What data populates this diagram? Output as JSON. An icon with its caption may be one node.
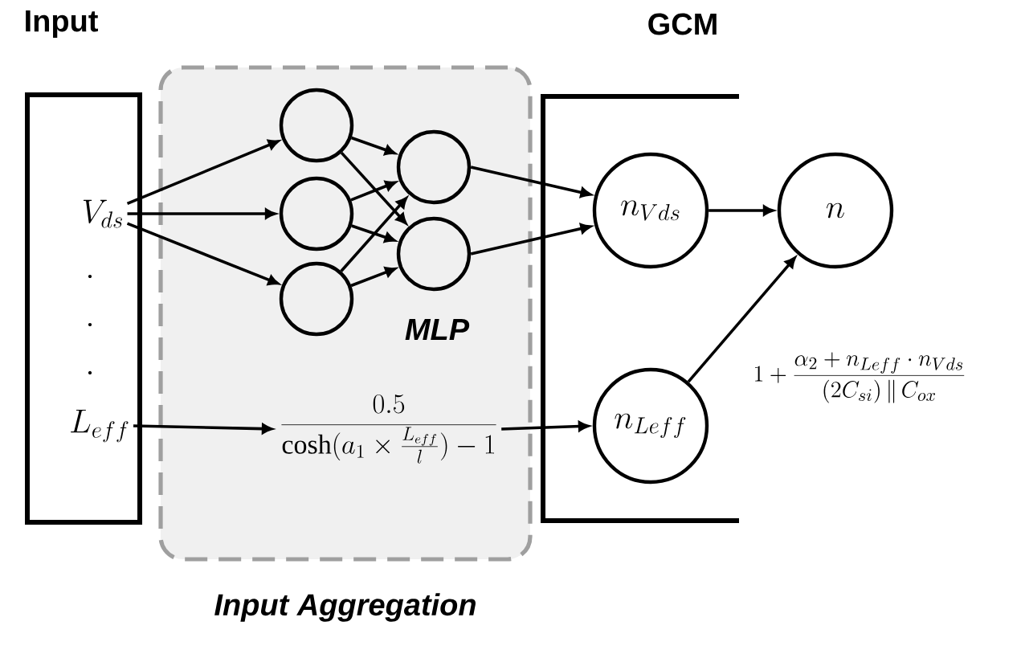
{
  "diagram": {
    "nodes": [
      {
        "text": [
          "Input"
        ]
      },
      {
        "text": [
          "V_{ds}"
        ],
        "in": 0
      },
      {
        "text": [
          "L_{eff}"
        ],
        "in": 0
      },
      {
        "text": [
          "Input Aggregation"
        ]
      },
      {
        "text": [],
        "shape": "circle",
        "in": 3
      },
      {
        "text": [],
        "shape": "circle",
        "in": 3
      },
      {
        "text": [],
        "shape": "circle",
        "in": 3
      },
      {
        "text": [],
        "shape": "circle",
        "in": 3
      },
      {
        "text": [],
        "shape": "circle",
        "in": 3
      },
      {
        "text": [
          "\\frac{0.5}{\\cosh(a_1 \\times \\frac{L_{eff}}{l}) - 1}"
        ],
        "in": 3
      },
      {
        "text": [
          "GCM"
        ]
      },
      {
        "text": [
          "n_{Vds}"
        ],
        "in": 10
      },
      {
        "text": [
          "n_{Leff}"
        ],
        "in": 10
      },
      {
        "text": [
          "n"
        ]
      }
    ],
    "edges": [
      {
        "from": 1,
        "to": 4,
        "arrow": "to"
      },
      {
        "from": 1,
        "to": 5,
        "arrow": "to"
      },
      {
        "from": 1,
        "to": 6,
        "arrow": "to"
      },
      {
        "from": 4,
        "to": 7,
        "arrow": "to"
      },
      {
        "from": 4,
        "to": 8,
        "arrow": "to"
      },
      {
        "from": 5,
        "to": 7,
        "arrow": "to"
      },
      {
        "from": 5,
        "to": 8,
        "arrow": "to"
      },
      {
        "from": 6,
        "to": 7,
        "arrow": "to"
      },
      {
        "from": 6,
        "to": 8,
        "arrow": "to"
      },
      {
        "from": 7,
        "to": 11,
        "arrow": "to"
      },
      {
        "from": 8,
        "to": 11,
        "arrow": "to"
      },
      {
        "from": 2,
        "to": 9,
        "arrow": "to"
      },
      {
        "from": 9,
        "to": 12,
        "arrow": "to"
      },
      {
        "from": 11,
        "to": 13,
        "arrow": "to"
      },
      {
        "from": 12,
        "to": 13,
        "arrow": "to",
        "label": "1+\\frac{\\alpha_2 + n_{Leff} \\cdot n_{Vds}}{(2C_{si}) \\,\\|\\, C_{ox}}"
      }
    ],
    "labels": [
      ".",
      ".",
      ".",
      "MLP"
    ]
  }
}
